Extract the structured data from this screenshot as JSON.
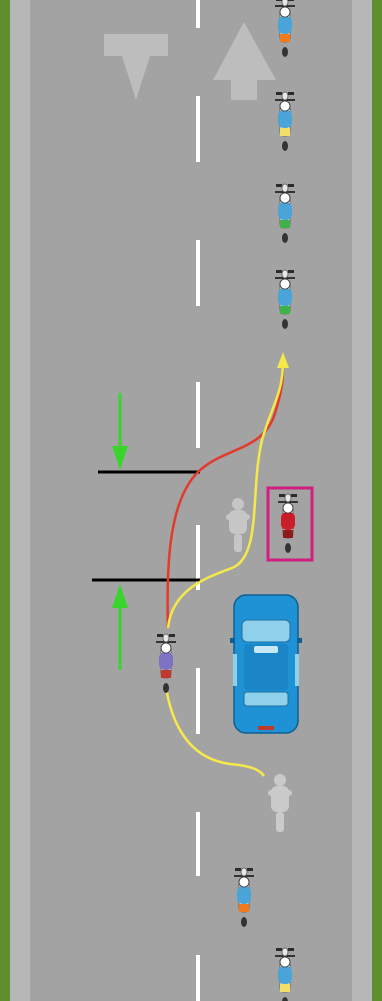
{
  "colors": {
    "grass": "#5f8e2f",
    "shoulder": "#b7b7b7",
    "road": "#a3a3a3",
    "lane_marking": "#ffffff",
    "arrow_marking": "#bdbdbd",
    "stop_line": "#000000",
    "path_red": "#e23b2e",
    "path_yellow": "#f5e84a",
    "green_arrow": "#39d52c",
    "highlight_box": "#d21e7c",
    "car_body": "#1f92d6",
    "ghost_rider": "#d9d9d9"
  },
  "road_markings": {
    "left_lane_arrow": "arrow-down",
    "right_lane_arrow": "arrow-up"
  },
  "vehicles": {
    "car": {
      "color": "#1f92d6",
      "direction": "up"
    },
    "riders": [
      {
        "id": "rider-top-1",
        "jacket": "#4aa4d8",
        "accent": "#f27a1a"
      },
      {
        "id": "rider-top-2",
        "jacket": "#4aa4d8",
        "accent": "#f2df6a"
      },
      {
        "id": "rider-top-3",
        "jacket": "#4aa4d8",
        "accent": "#3fb24a"
      },
      {
        "id": "rider-top-4",
        "jacket": "#4aa4d8",
        "accent": "#3fb24a"
      },
      {
        "id": "rider-highlighted",
        "jacket": "#c81e2a",
        "accent": "#8f1a1a"
      },
      {
        "id": "rider-overtaking",
        "jacket": "#7e73c2",
        "accent": "#c0392b"
      },
      {
        "id": "rider-bottom-1",
        "jacket": "#4aa4d8",
        "accent": "#f27a1a"
      },
      {
        "id": "rider-bottom-2",
        "jacket": "#4aa4d8",
        "accent": "#f2df6a"
      }
    ],
    "ghost_riders": 2
  },
  "paths": [
    {
      "id": "red-path",
      "color": "#e23b2e"
    },
    {
      "id": "yellow-path",
      "color": "#f5e84a"
    }
  ]
}
